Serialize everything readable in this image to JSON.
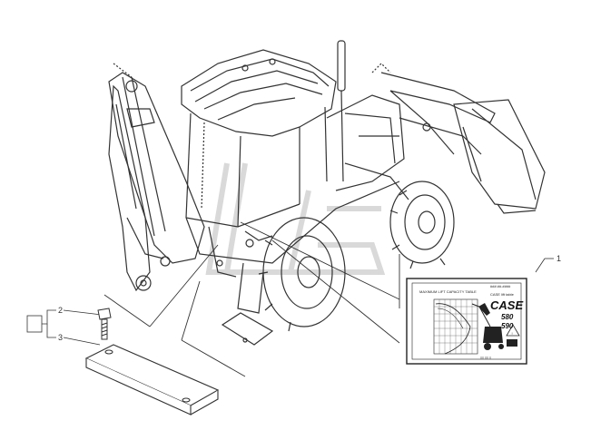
{
  "diagram": {
    "callouts": {
      "decal": "1",
      "bolt": "2",
      "block": "3"
    },
    "decal": {
      "heading": "MAXIMUM LIFT CAPACITY TABLE",
      "part_number": "###.##.####",
      "subtitle": "CASE lift table",
      "brand": "CASE",
      "model_top": "580",
      "model_bottom": "590"
    }
  }
}
